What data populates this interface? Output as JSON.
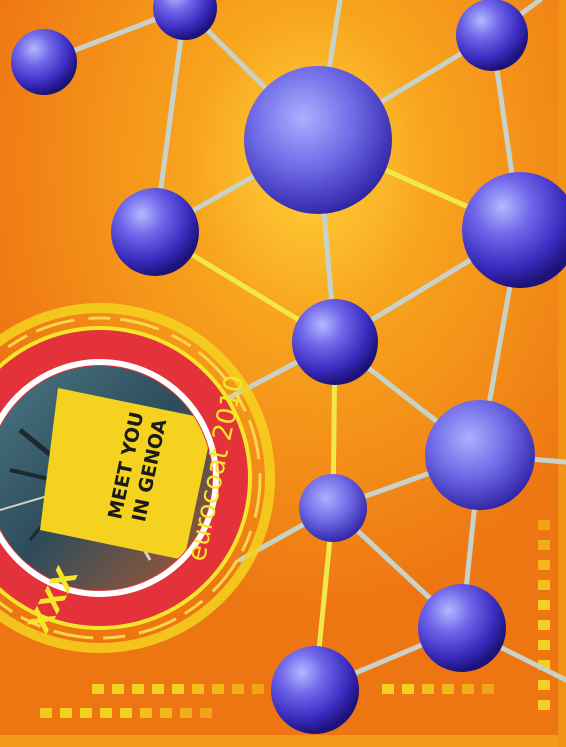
{
  "poster": {
    "stamp": {
      "ring_text": "eurocoat 2010",
      "tag_line_1": "MEET YOU",
      "tag_line_2": "IN GENOA",
      "partial_text": "XXX"
    },
    "colors": {
      "background": "#f07a12",
      "glow": "#ffd23a",
      "bond": "#c9d2c8",
      "bond_highlight": "#f3e84a",
      "atom_light": "#9aa0ff",
      "atom_mid": "#4b3fd4",
      "atom_dark": "#1c1278",
      "stamp_red": "#e3323a",
      "stamp_yellow": "#f5e62a",
      "tag_yellow": "#f5d21f",
      "border": "#ffc020"
    },
    "icons": {
      "molecule": "molecule-network-icon",
      "stamp": "eurocoat-stamp-icon"
    }
  }
}
